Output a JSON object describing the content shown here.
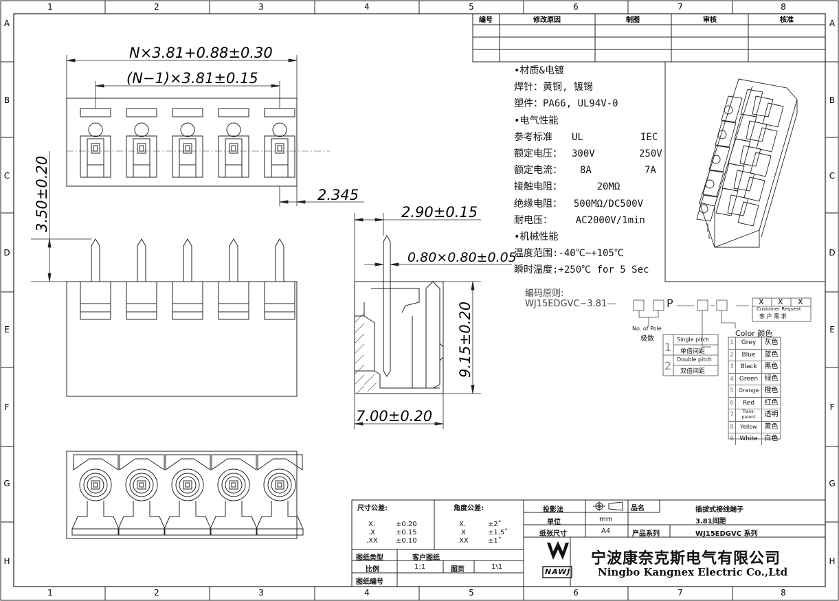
{
  "frame": {
    "col_labels": [
      "1",
      "2",
      "3",
      "4",
      "5",
      "6",
      "7",
      "8"
    ],
    "row_labels": [
      "A",
      "B",
      "C",
      "D",
      "E",
      "F",
      "G",
      "H"
    ]
  },
  "revision_table": {
    "headers": [
      "编号",
      "修改原因",
      "制图",
      "审核",
      "核准"
    ]
  },
  "dimensions": {
    "overall_length": "N×3.81+0.88±0.30",
    "pitch_span": "(N−1)×3.81±0.15",
    "pin_height": "3.50±0.20",
    "end_offset": "2.345",
    "side_width_top": "2.90±0.15",
    "pin_section": "0.80×0.80±0.05",
    "body_height": "9.15±0.20",
    "body_width": "7.00±0.20"
  },
  "specs": {
    "material_header": "•材质&电镀",
    "pin": "焊针：黄铜, 镀锡",
    "plastic": "塑件：PA66, UL94V-0",
    "electrical_header": "•电气性能",
    "standard_label": "参考标准",
    "standard_ul": "UL",
    "standard_iec": "IEC",
    "voltage_label": "额定电压：",
    "voltage_ul": "300V",
    "voltage_iec": "250V",
    "current_label": "额定电流：",
    "current_ul": "8A",
    "current_iec": "7A",
    "contact_res": "接触电阻：      20MΩ",
    "insulation_res": "绝缘电阻：  500MΩ/DC500V",
    "withstand": "耐电压：    AC2000V/1min",
    "mechanical_header": "•机械性能",
    "temp_range": "温度范围:-40℃~+105℃",
    "instant_temp": "瞬时温度:+250℃ for 5 Sec"
  },
  "coding": {
    "title": "编码原则:",
    "prefix": "WJ15EDGVC−3.81—",
    "p_letter": "P",
    "x_marks": [
      "X",
      "X",
      "X"
    ],
    "customer_en": "Customer Request",
    "customer_cn": "客 户 需 求",
    "pole_en": "No. of Pole",
    "pole_cn": "极数",
    "pitch_options": [
      {
        "num": "1",
        "en": "Single pitch",
        "cn": "单倍间距"
      },
      {
        "num": "2",
        "en": "Double pitch",
        "cn": "双倍间距"
      }
    ],
    "color_title": "Color 颜色",
    "colors": [
      {
        "num": "1",
        "en": "Grey",
        "cn": "灰色"
      },
      {
        "num": "2",
        "en": "Blue",
        "cn": "蓝色"
      },
      {
        "num": "3",
        "en": "Black",
        "cn": "黑色"
      },
      {
        "num": "4",
        "en": "Green",
        "cn": "绿色"
      },
      {
        "num": "5",
        "en": "Orange",
        "cn": "橙色"
      },
      {
        "num": "6",
        "en": "Red",
        "cn": "红色"
      },
      {
        "num": "7",
        "en": "Trans-parent",
        "cn": "透明"
      },
      {
        "num": "8",
        "en": "Yellow",
        "cn": "黄色"
      },
      {
        "num": "9",
        "en": "White",
        "cn": "白色"
      }
    ]
  },
  "tolerance": {
    "dim_label": "尺寸公差:",
    "angle_label": "角度公差:",
    "dim_rows": [
      [
        "X.",
        "±0.20"
      ],
      [
        ".X",
        "±0.15"
      ],
      [
        ".XX",
        "±0.10"
      ]
    ],
    "angle_rows": [
      [
        "X.",
        "±2˚"
      ],
      [
        ".X",
        "±1.5˚"
      ],
      [
        ".XX",
        "±1˚"
      ]
    ]
  },
  "drawing_info": {
    "type_label": "图纸类型",
    "type_value": "客户图纸",
    "scale_label": "比例",
    "scale_value": "1:1",
    "page_label": "图页",
    "page_value": "1\\1",
    "number_label": "图纸编号"
  },
  "title_block": {
    "projection_label": "投影法",
    "unit_label": "单位",
    "unit_value": "mm",
    "paper_label": "纸张尺寸",
    "paper_value": "A4",
    "product_name_label": "品名",
    "product_name": "插拔式接线端子",
    "product_sub": "3.81间距",
    "series_label": "产品系列",
    "series_value": "WJ15EDGVC 系列",
    "company_cn": "宁波康奈克斯电气有限公司",
    "company_en": "Ningbo Kangnex Electric Co.,Ltd",
    "logo_text": "NAWJ"
  }
}
